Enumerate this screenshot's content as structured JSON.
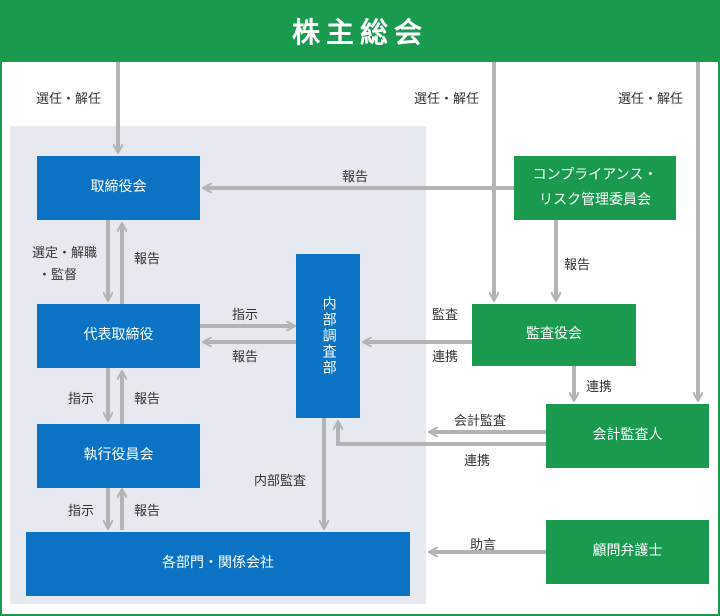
{
  "header": {
    "title": "株主総会"
  },
  "boxes": {
    "board": "取締役会",
    "compliance_line1": "コンプライアンス・",
    "compliance_line2": "リスク管理委員会",
    "representative": "代表取締役",
    "internal_audit": "内部調査部",
    "auditors": "監査役会",
    "executive": "執行役員会",
    "accounting_auditor": "会計監査人",
    "departments": "各部門・関係会社",
    "advisors": "顧問弁護士"
  },
  "labels": {
    "elect1": "選任・解任",
    "elect2": "選任・解任",
    "elect3": "選任・解任",
    "report_compliance_board": "報告",
    "select_dismiss": "選定・解職",
    "supervise": "・監督",
    "report_rep_board": "報告",
    "report_compliance_auditor": "報告",
    "instruct_rep_audit": "指示",
    "report_audit_rep": "報告",
    "audit": "監査",
    "cooperate_auditor": "連携",
    "cooperate_acct": "連携",
    "instruct_rep_exec": "指示",
    "report_exec_rep": "報告",
    "acct_audit": "会計監査",
    "cooperate_acct_audit": "連携",
    "internal_audit": "内部監査",
    "instruct_exec_dept": "指示",
    "report_dept_exec": "報告",
    "advice": "助言"
  },
  "colors": {
    "green": "#1a9a4f",
    "blue": "#0c73c4",
    "panel": "#e6e9ef",
    "line": "#b3b3b3"
  }
}
